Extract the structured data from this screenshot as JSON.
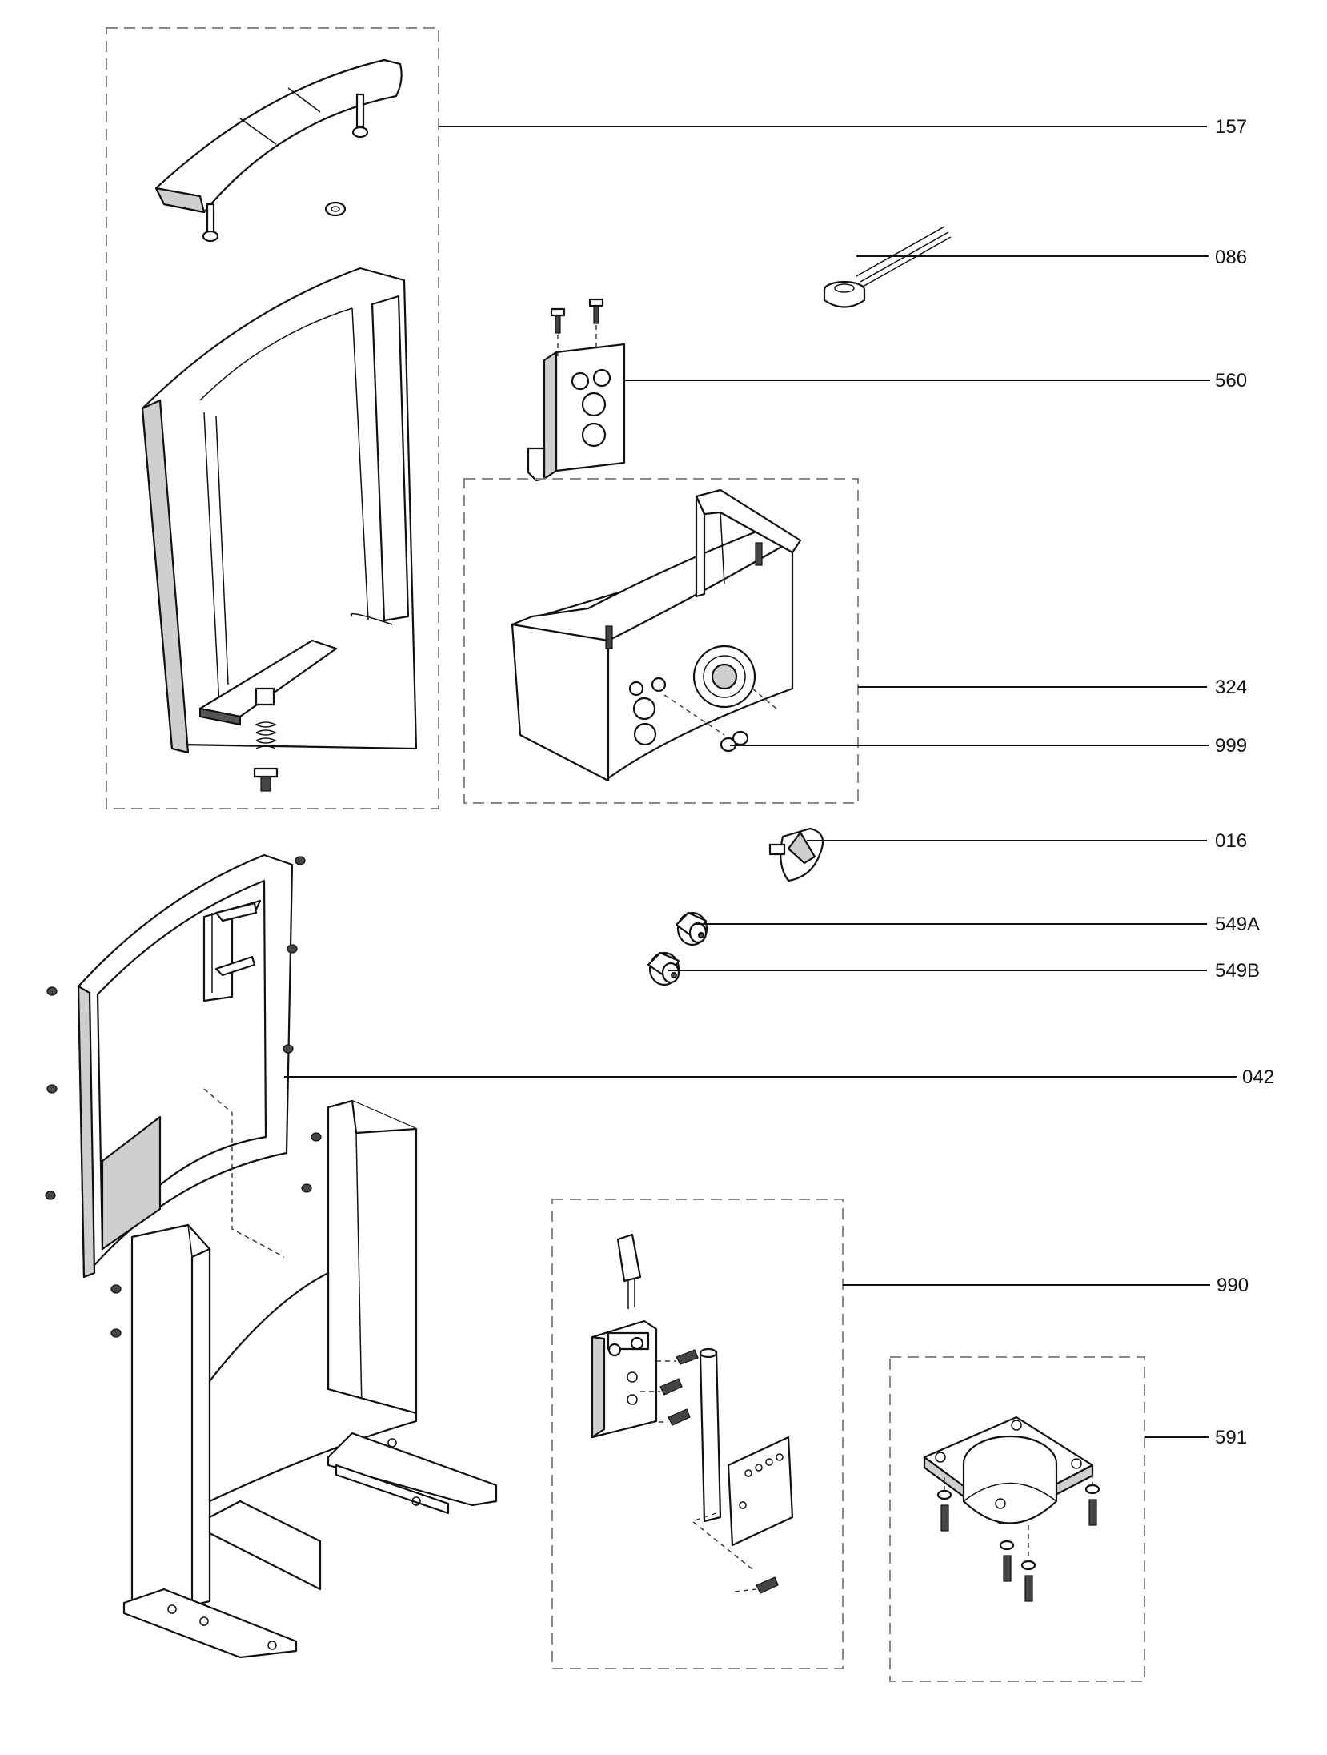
{
  "labels": [
    {
      "id": "157",
      "text": "157"
    },
    {
      "id": "086",
      "text": "086"
    },
    {
      "id": "560",
      "text": "560"
    },
    {
      "id": "324",
      "text": "324"
    },
    {
      "id": "999",
      "text": "999"
    },
    {
      "id": "016",
      "text": "016"
    },
    {
      "id": "549A",
      "text": "549A"
    },
    {
      "id": "549B",
      "text": "549B"
    },
    {
      "id": "042",
      "text": "042"
    },
    {
      "id": "990",
      "text": "990"
    },
    {
      "id": "591",
      "text": "591"
    }
  ]
}
